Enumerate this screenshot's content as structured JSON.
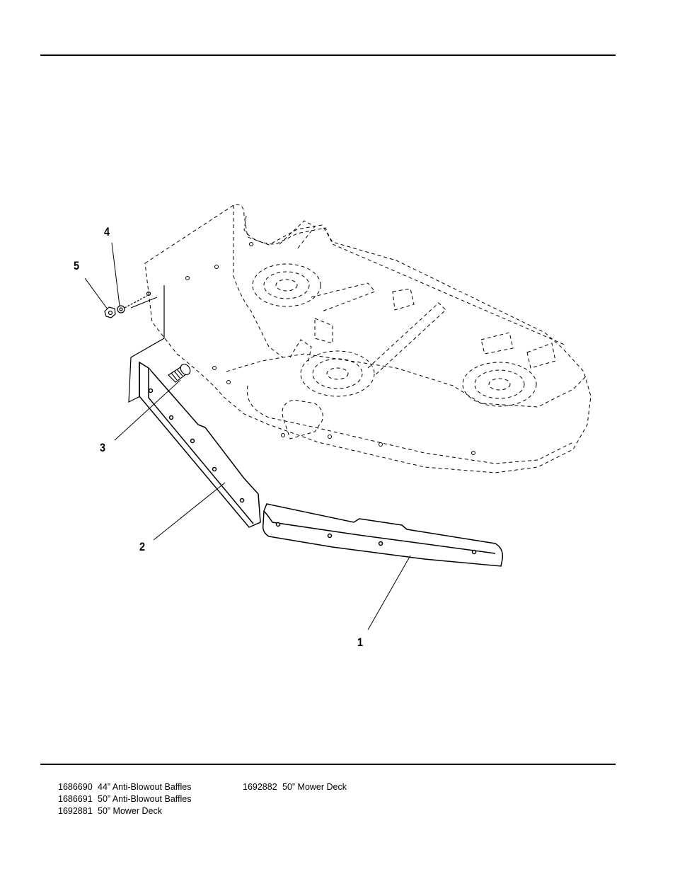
{
  "callouts": [
    "1",
    "2",
    "3",
    "4",
    "5"
  ],
  "part_list": {
    "left_column": [
      {
        "number": "1686690",
        "description": "44” Anti-Blowout Baffles"
      },
      {
        "number": "1686691",
        "description": "50” Anti-Blowout Baffles"
      },
      {
        "number": "1692881",
        "description": "50” Mower Deck"
      }
    ],
    "right_column": [
      {
        "number": "1692882",
        "description": "50” Mower Deck"
      }
    ]
  }
}
